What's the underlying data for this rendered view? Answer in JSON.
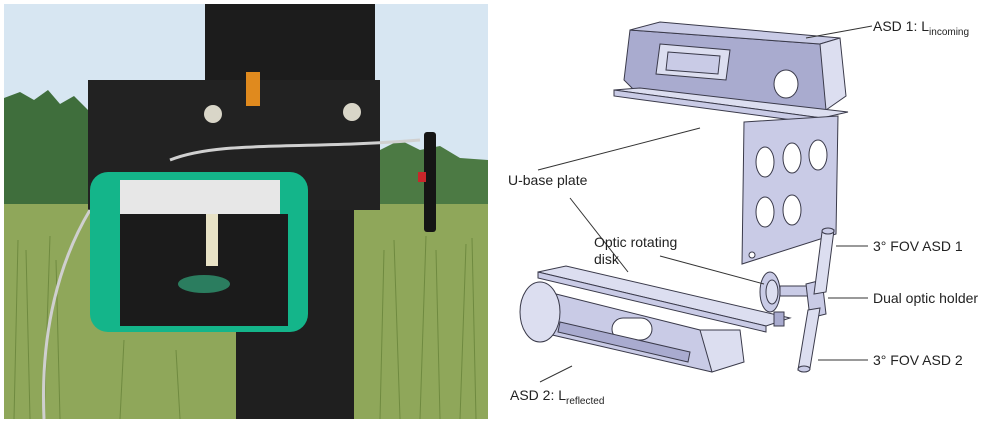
{
  "colors": {
    "sky": "#d7e6f2",
    "trees": "#3f6e3c",
    "grass": "#8fa75a",
    "case_green": "#14b58a",
    "frame_black": "#1c1c1c",
    "metal_fill": "#c9cbe6",
    "outline": "#3a3a4a",
    "label_text": "#222222"
  },
  "labels": {
    "asd1": {
      "main": "ASD 1: L",
      "sub": "incoming"
    },
    "ubase": "U-base plate",
    "optic_disk_line1": "Optic rotating",
    "optic_disk_line2": "disk",
    "fov1": "3° FOV ASD 1",
    "dual": "Dual optic holder",
    "fov2": "3° FOV ASD 2",
    "asd2": {
      "main": "ASD 2: L",
      "sub": "reflected"
    }
  },
  "icons": {
    "photo": "field-spectrometer-photo",
    "drawing": "cad-exploded-drawing"
  }
}
